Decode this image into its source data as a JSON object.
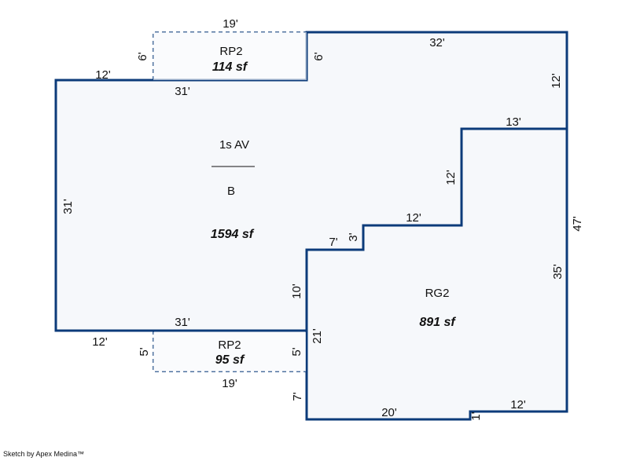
{
  "colors": {
    "stroke": "#0c3b7a",
    "fill": "#f6f8fb",
    "text": "#111111"
  },
  "rooms": {
    "main": {
      "name": "1s AV",
      "sub": "B",
      "area": "1594 sf"
    },
    "rp2_top": {
      "name": "RP2",
      "area": "114 sf"
    },
    "rp2_bottom": {
      "name": "RP2",
      "area": "95 sf"
    },
    "rg2": {
      "name": "RG2",
      "area": "891 sf"
    }
  },
  "dims": {
    "top_19": "19'",
    "top_32": "32'",
    "rp2t_left_6": "6'",
    "rp2t_right_6": "6'",
    "left_top_12": "12'",
    "inner_top_31": "31'",
    "right_12": "12'",
    "step_13": "13'",
    "step_v_12": "12'",
    "left_31": "31'",
    "right_47": "47'",
    "step_h_12": "12'",
    "step_3": "3'",
    "step_7": "7'",
    "rg2_35": "35'",
    "v_10": "10'",
    "inner_bottom_31": "31'",
    "v_21": "21'",
    "left_bottom_12": "12'",
    "rp2b_left_5": "5'",
    "rp2b_right_5": "5'",
    "bottom_19": "19'",
    "v_7": "7'",
    "bottom_20": "20'",
    "notch_1": "1'",
    "bottom_12": "12'"
  },
  "credit": "Sketch by Apex Medina™"
}
